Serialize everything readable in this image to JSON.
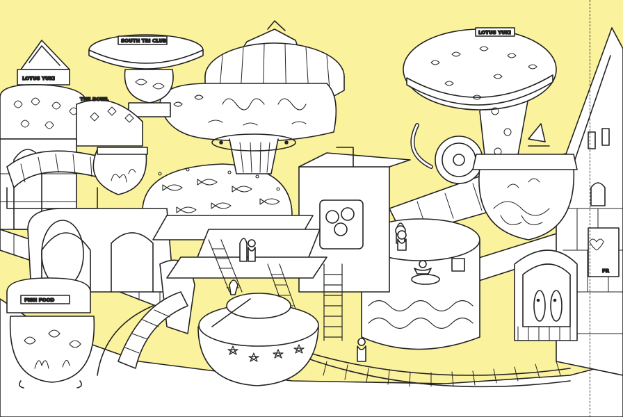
{
  "page": {
    "background_color": "#fbf29e",
    "ink_color": "#222222",
    "paper_color": "#ffffff"
  },
  "signs": {
    "left_tower": "LOTUS YUKI",
    "mushroom_top": "SOUTH TRI CLUB",
    "upper_left_bowl": "THE BOWL",
    "right_mushroom": "LOTUS YUKI",
    "bottom_left_bowl": "FISH FOOD",
    "right_tower_banner": "FR"
  }
}
